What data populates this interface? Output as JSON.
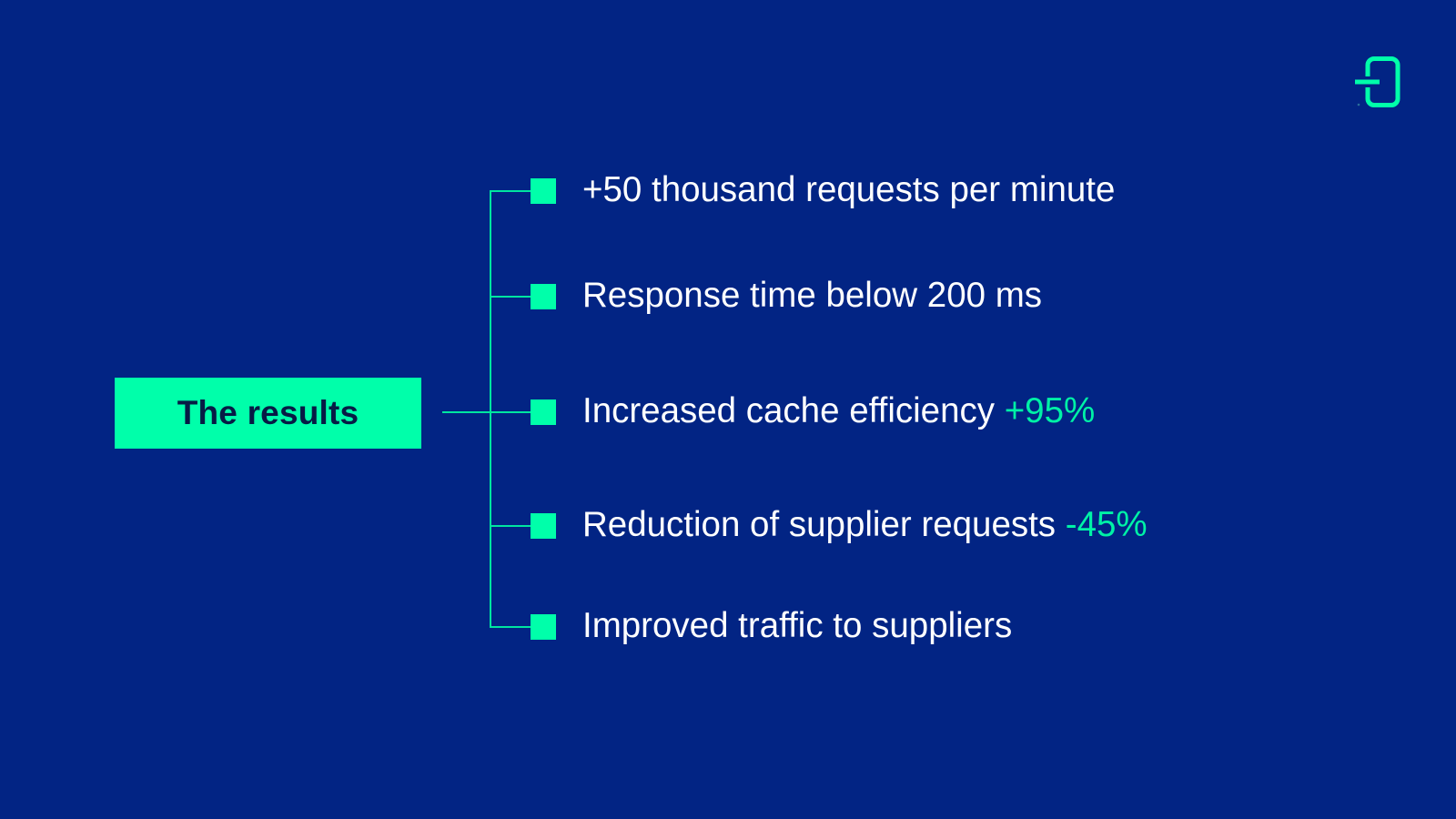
{
  "slide": {
    "title": "The results",
    "logo_icon": "brand-logo-icon",
    "colors": {
      "background": "#022484",
      "accent": "#00FFAA",
      "text": "#FFFFFF",
      "title_text": "#071B45"
    },
    "items": [
      {
        "text": "+50 thousand requests per minute",
        "highlight": ""
      },
      {
        "text": "Response time below 200 ms",
        "highlight": ""
      },
      {
        "text": "Increased cache efficiency ",
        "highlight": "+95%"
      },
      {
        "text": "Reduction of supplier requests ",
        "highlight": "-45%"
      },
      {
        "text": "Improved traffic to suppliers",
        "highlight": ""
      }
    ]
  }
}
